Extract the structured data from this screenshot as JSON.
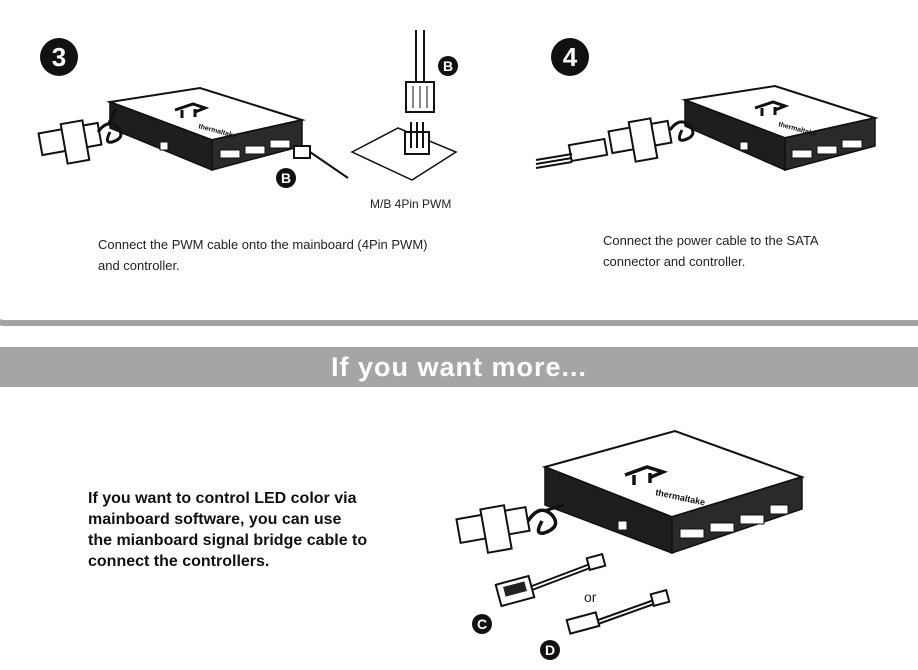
{
  "step3": {
    "number": "3",
    "connector_label": "B",
    "cable_label": "B",
    "mb_label": "M/B 4Pin PWM",
    "description_line1": "Connect the PWM cable onto the mainboard (4Pin PWM)",
    "description_line2": "and controller."
  },
  "step4": {
    "number": "4",
    "description_line1": "Connect the power cable to the SATA",
    "description_line2": "connector and controller."
  },
  "banner": {
    "title": "If  you want more..."
  },
  "more": {
    "text_line1": "If you want to control LED color via",
    "text_line2": "mainboard software, you can use",
    "text_line3": "the mianboard signal bridge cable to",
    "text_line4": "connect the controllers.",
    "or_label": "or",
    "cable_c_label": "C",
    "cable_d_label": "D"
  },
  "icons": [
    "controller-box-icon",
    "sata-connector-icon",
    "pwm-header-icon",
    "bridge-cable-icon"
  ],
  "colors": {
    "banner": "#a5a5a5",
    "badge": "#111111",
    "divider": "#a3a3a3"
  }
}
